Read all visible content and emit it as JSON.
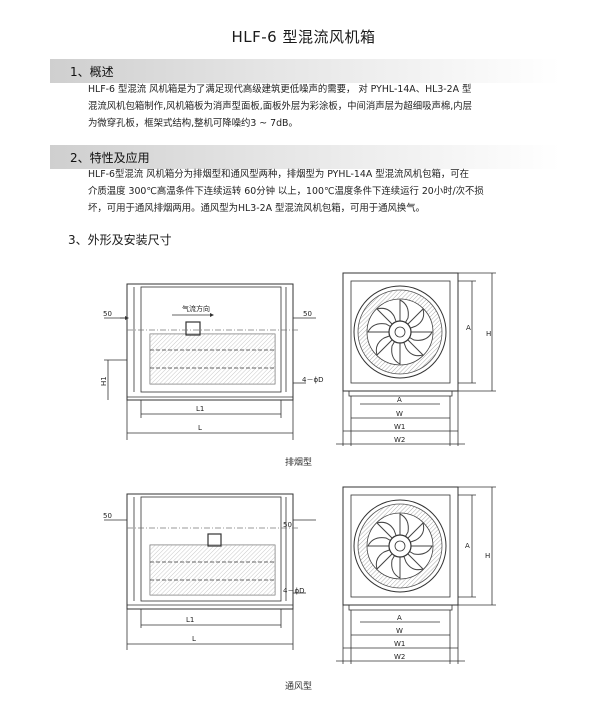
{
  "document": {
    "title": "HLF-6 型混流风机箱",
    "sections": [
      {
        "heading": "1、概述",
        "lines": [
          "HLF-6 型混流 风机箱是为了满足现代高级建筑更低噪声的需要， 对 PYHL-14A、HL3-2A 型",
          "混流风机包箱制作,风机箱板为消声型面板,面板外层为彩涂板，中间消声层为超细吸声棉,内层",
          "为微穿孔板，框架式结构,整机可降噪约3 ~ 7dB。"
        ]
      },
      {
        "heading": "2、特性及应用",
        "lines": [
          "HLF-6型混流 风机箱分为排烟型和通风型两种，排烟型为 PYHL-14A 型混流风机包箱，可在",
          "介质温度 300℃高温条件下连续运转 60分钟 以上，100℃温度条件下连续运行 20小时/次不损",
          "坏，可用于通风排烟两用。通风型为HL3-2A 型混流风机包箱，可用于通风换气。"
        ]
      },
      {
        "heading": "3、外形及安装尺寸"
      }
    ]
  },
  "drawings": {
    "smoke": {
      "caption": "排烟型",
      "airflow": "气流方向",
      "dim_left": "50",
      "dim_right": "50",
      "h1": "H1",
      "bolt": "4－ϕD",
      "l1": "L1",
      "l": "L",
      "a_vert": "A",
      "h_vert": "H",
      "a": "A",
      "w": "W",
      "w1": "W1",
      "w2": "W2"
    },
    "vent": {
      "caption": "通风型",
      "dim_left": "50",
      "dim_right": "50",
      "bolt": "4－ϕD",
      "l1": "L1",
      "l": "L",
      "a_vert": "A",
      "h_vert": "H",
      "a": "A",
      "w": "W",
      "w1": "W1",
      "w2": "W2"
    }
  }
}
